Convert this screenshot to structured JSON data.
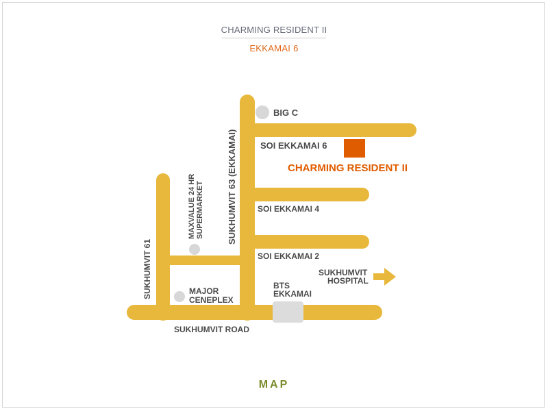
{
  "header": {
    "title": "CHARMING RESIDENT II",
    "subtitle": "EKKAMAI 6"
  },
  "map": {
    "streets": {
      "sukhumvit_63": "SUKHUMVIT 63 (EKKAMAI)",
      "sukhumvit_61": "SUKHUMVIT 61",
      "sukhumvit_road": "SUKHUMVIT ROAD",
      "soi_ekkamai_6": "SOI EKKAMAI 6",
      "soi_ekkamai_4": "SOI EKKAMAI 4",
      "soi_ekkamai_2": "SOI EKKAMAI 2"
    },
    "landmarks": {
      "big_c": "BIG C",
      "maxvalue_line1": "MAXVALUE 24 HR",
      "maxvalue_line2": "SUPERMARKET",
      "major_line1": "MAJOR",
      "major_line2": "CENEPLEX",
      "bts_line1": "BTS",
      "bts_line2": "EKKAMAI",
      "hospital_line1": "SUKHUMVIT",
      "hospital_line2": "HOSPITAL"
    },
    "destination": "CHARMING RESIDENT II",
    "colors": {
      "road": "#e8b83c",
      "destination": "#e05c00",
      "landmark": "#d7d7d7",
      "label": "#4a4a4a"
    }
  },
  "footer": {
    "label": "MAP"
  }
}
